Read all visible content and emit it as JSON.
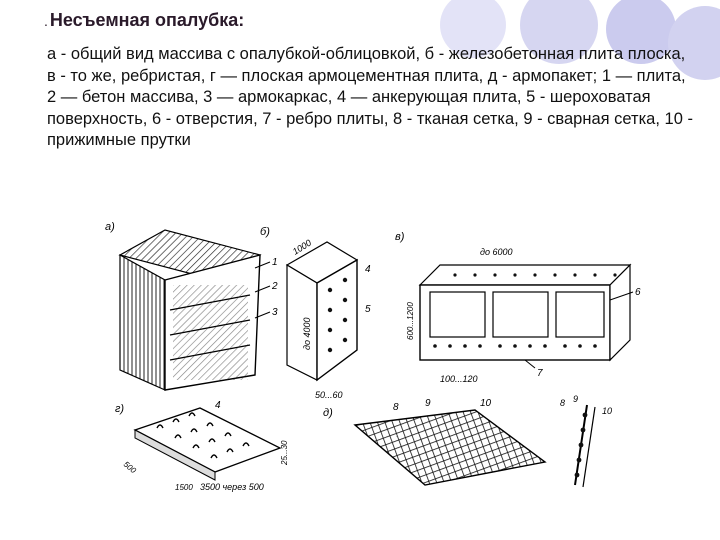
{
  "heading": {
    "prefix": ".",
    "title": "Несъемная опалубка:"
  },
  "caption": "а - общий вид массива с опалубкой-облицовкой, б - железобетонная плита плоска, в - то же, ребристая, г — плоская армоцементная плита, д - армопакет; 1 — плита, 2 — бетон массива, 3 — армокаркас, 4 — анкерующая плита, 5 - шероховатая поверхность, 6 - отверстия, 7 - ребро плиты, 8 - тканая сетка, 9 - сварная сетка, 10 - прижимные прутки",
  "figure": {
    "panel_labels": {
      "a": "а)",
      "b": "б)",
      "v": "в)",
      "g": "г)",
      "d": "д)"
    },
    "callouts": {
      "n1": "1",
      "n2": "2",
      "n3": "3",
      "n4": "4",
      "n5": "5",
      "n6": "6",
      "n7": "7",
      "n8": "8",
      "n9": "9",
      "n10": "10"
    },
    "dimensions": {
      "b_top": "1000",
      "b_height": "до 4000",
      "b_thickness": "50...60",
      "v_length": "до 6000",
      "v_height": "600...1200",
      "v_rib": "100...120",
      "g_depth": "500",
      "g_width": "3500 через 500",
      "g_edge": "1500",
      "g_thickness": "25...30"
    }
  }
}
